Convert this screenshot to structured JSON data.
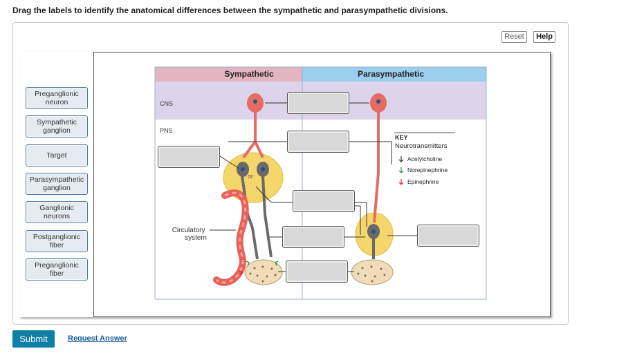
{
  "prompt": "Drag the labels to identify the anatomical differences between the sympathetic and parasympathetic divisions.",
  "toolbar": {
    "reset_label": "Reset",
    "help_label": "Help"
  },
  "labels": [
    "Preganglionic\nneuron",
    "Sympathetic\nganglion",
    "Target",
    "Parasympathetic\nganglion",
    "Ganglionic\nneurons",
    "Postganglionic\nfiber",
    "Preganglionic\nfiber"
  ],
  "diagram": {
    "sympathetic_header": "Sympathetic",
    "parasympathetic_header": "Parasympathetic",
    "cns_label": "CNS",
    "pns_label": "PNS",
    "or_label": "or",
    "circulatory_label": "Circulatory\nsystem",
    "key": {
      "title": "KEY",
      "subtitle": "Neurotransmitters",
      "items": [
        {
          "label": "Acetylcholine",
          "color": "#333333"
        },
        {
          "label": "Norepinephrine",
          "color": "#1a9a50"
        },
        {
          "label": "Epinephrine",
          "color": "#d9232a"
        }
      ]
    },
    "colors": {
      "sympathetic_header": "#e2b5c0",
      "parasympathetic_header": "#9ccfee",
      "cns_band": "#ddd3ea",
      "neuron": "#e56c63",
      "ganglion": "#f4d66a",
      "gray_neuron": "#6a6a6a",
      "vessel": "#e86158",
      "target": "#f0dcb8"
    }
  },
  "footer": {
    "submit_label": "Submit",
    "request_label": "Request Answer"
  }
}
